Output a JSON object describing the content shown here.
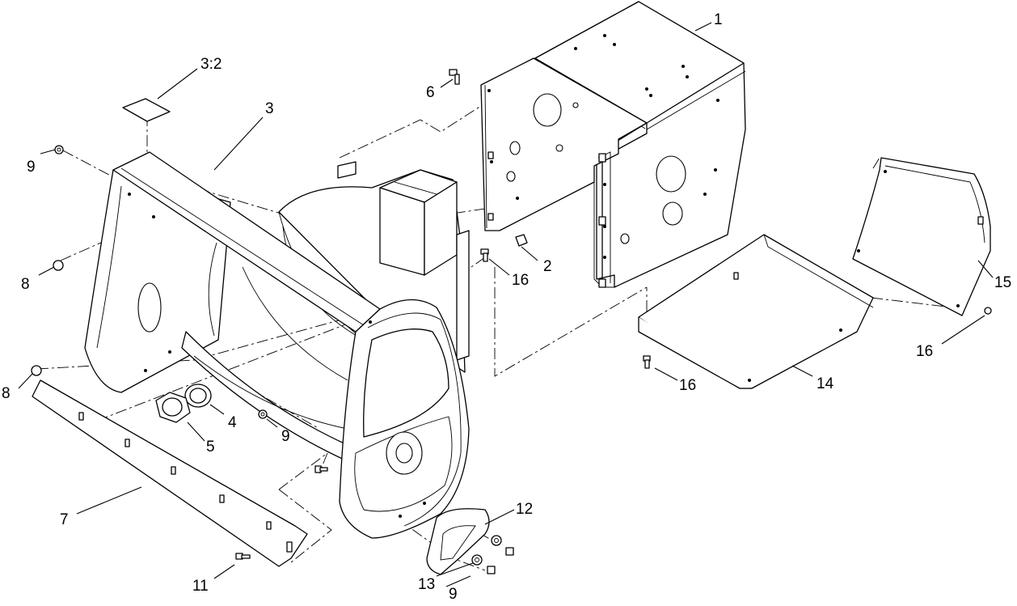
{
  "callouts": [
    {
      "id": "c1",
      "label": "1"
    },
    {
      "id": "c2",
      "label": "2"
    },
    {
      "id": "c3",
      "label": "3"
    },
    {
      "id": "c3b",
      "label": "3:2"
    },
    {
      "id": "c4",
      "label": "4"
    },
    {
      "id": "c5",
      "label": "5"
    },
    {
      "id": "c6",
      "label": "6"
    },
    {
      "id": "c7",
      "label": "7"
    },
    {
      "id": "c8a",
      "label": "8"
    },
    {
      "id": "c8b",
      "label": "8"
    },
    {
      "id": "c9a",
      "label": "9"
    },
    {
      "id": "c9b",
      "label": "9"
    },
    {
      "id": "c9c",
      "label": "9"
    },
    {
      "id": "c11",
      "label": "11"
    },
    {
      "id": "c12",
      "label": "12"
    },
    {
      "id": "c13",
      "label": "13"
    },
    {
      "id": "c14",
      "label": "14"
    },
    {
      "id": "c15",
      "label": "15"
    },
    {
      "id": "c16a",
      "label": "16"
    },
    {
      "id": "c16b",
      "label": "16"
    },
    {
      "id": "c16c",
      "label": "16"
    }
  ]
}
